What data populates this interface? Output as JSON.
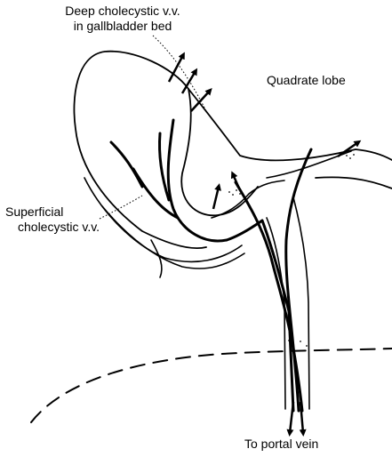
{
  "labels": {
    "deep_cholecystic": [
      "Deep cholecystic v.v.",
      "in gallbladder bed"
    ],
    "quadrate_lobe": "Quadrate lobe",
    "superficial_cholecystic": [
      "Superficial",
      "cholecystic v.v."
    ],
    "portal_vein": "To portal vein"
  },
  "colors": {
    "ink": "#000000",
    "background": "#ffffff"
  }
}
